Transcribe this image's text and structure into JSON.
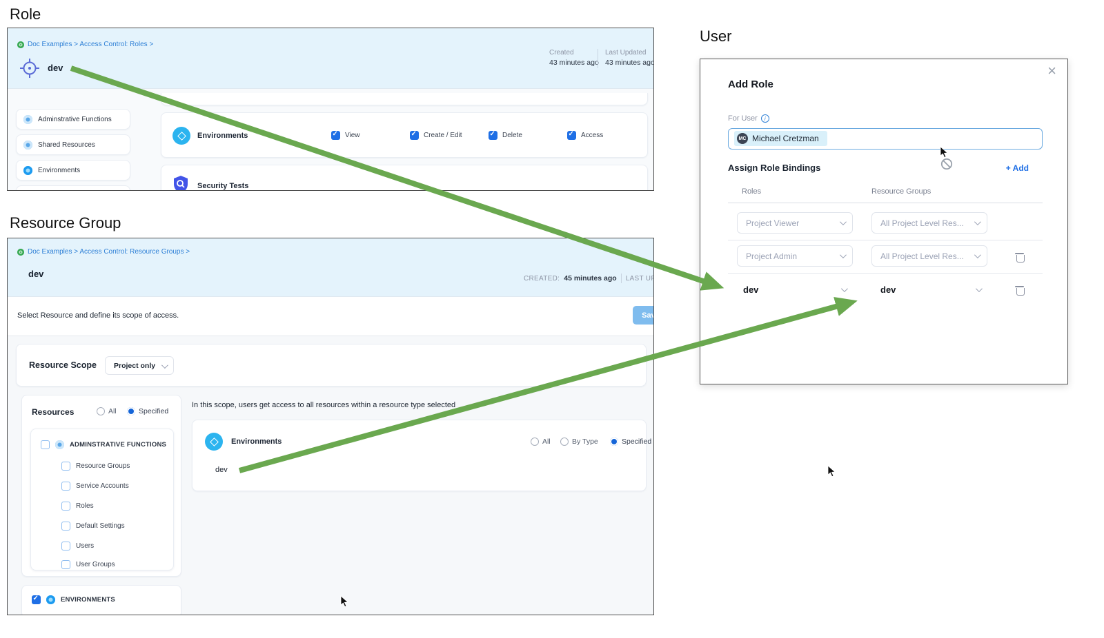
{
  "section_labels": {
    "role": "Role",
    "resource_group": "Resource Group",
    "user": "User"
  },
  "icons": {
    "close": "×",
    "info": "i"
  },
  "colors": {
    "accent_blue": "#1f6fe5",
    "link_blue": "#2f80d6",
    "arrow_green": "#6aa84f",
    "header_bg": "#e4f3fc"
  },
  "role_panel": {
    "breadcrumb": "Doc Examples > Access Control: Roles >",
    "title": "dev",
    "meta": {
      "created_label": "Created",
      "created_value": "43 minutes ago",
      "updated_label": "Last Updated",
      "updated_value": "43 minutes ago"
    },
    "sidebar": [
      {
        "label": "Adminstrative Functions"
      },
      {
        "label": "Shared Resources"
      },
      {
        "label": "Environments"
      }
    ],
    "permissions": {
      "resource": "Environments",
      "checkboxes": [
        "View",
        "Create / Edit",
        "Delete",
        "Access"
      ],
      "next_resource": "Security Tests"
    }
  },
  "rg_panel": {
    "breadcrumb": "Doc Examples > Access Control: Resource Groups >",
    "title": "dev",
    "meta": {
      "created_label": "CREATED:",
      "created_value": "45 minutes ago",
      "updated_label": "LAST UPD"
    },
    "instruction": "Select Resource and define its scope of access.",
    "save_label": "Save",
    "resource_scope": {
      "label": "Resource Scope",
      "value": "Project only"
    },
    "resources": {
      "label": "Resources",
      "radio_all": "All",
      "radio_specified": "Specified"
    },
    "tree": {
      "parent": "ADMINSTRATIVE FUNCTIONS",
      "children": [
        "Resource Groups",
        "Service Accounts",
        "Roles",
        "Default Settings",
        "Users",
        "User Groups"
      ]
    },
    "environments_group": "ENVIRONMENTS",
    "scope_note": "In this scope, users get access to all resources within a resource type selected",
    "env_row": {
      "label": "Environments",
      "radio_all": "All",
      "radio_by_type": "By Type",
      "radio_specified": "Specified",
      "item": "dev"
    }
  },
  "user_modal": {
    "title": "Add Role",
    "for_user_label": "For User",
    "user": {
      "initials": "MC",
      "name": "Michael Cretzman"
    },
    "assign_label": "Assign Role Bindings",
    "add_label": "+ Add",
    "columns": {
      "roles": "Roles",
      "resource_groups": "Resource Groups"
    },
    "rows": [
      {
        "role": "Project Viewer",
        "group": "All Project Level Res..."
      },
      {
        "role": "Project Admin",
        "group": "All Project Level Res..."
      },
      {
        "role": "dev",
        "group": "dev"
      }
    ]
  }
}
